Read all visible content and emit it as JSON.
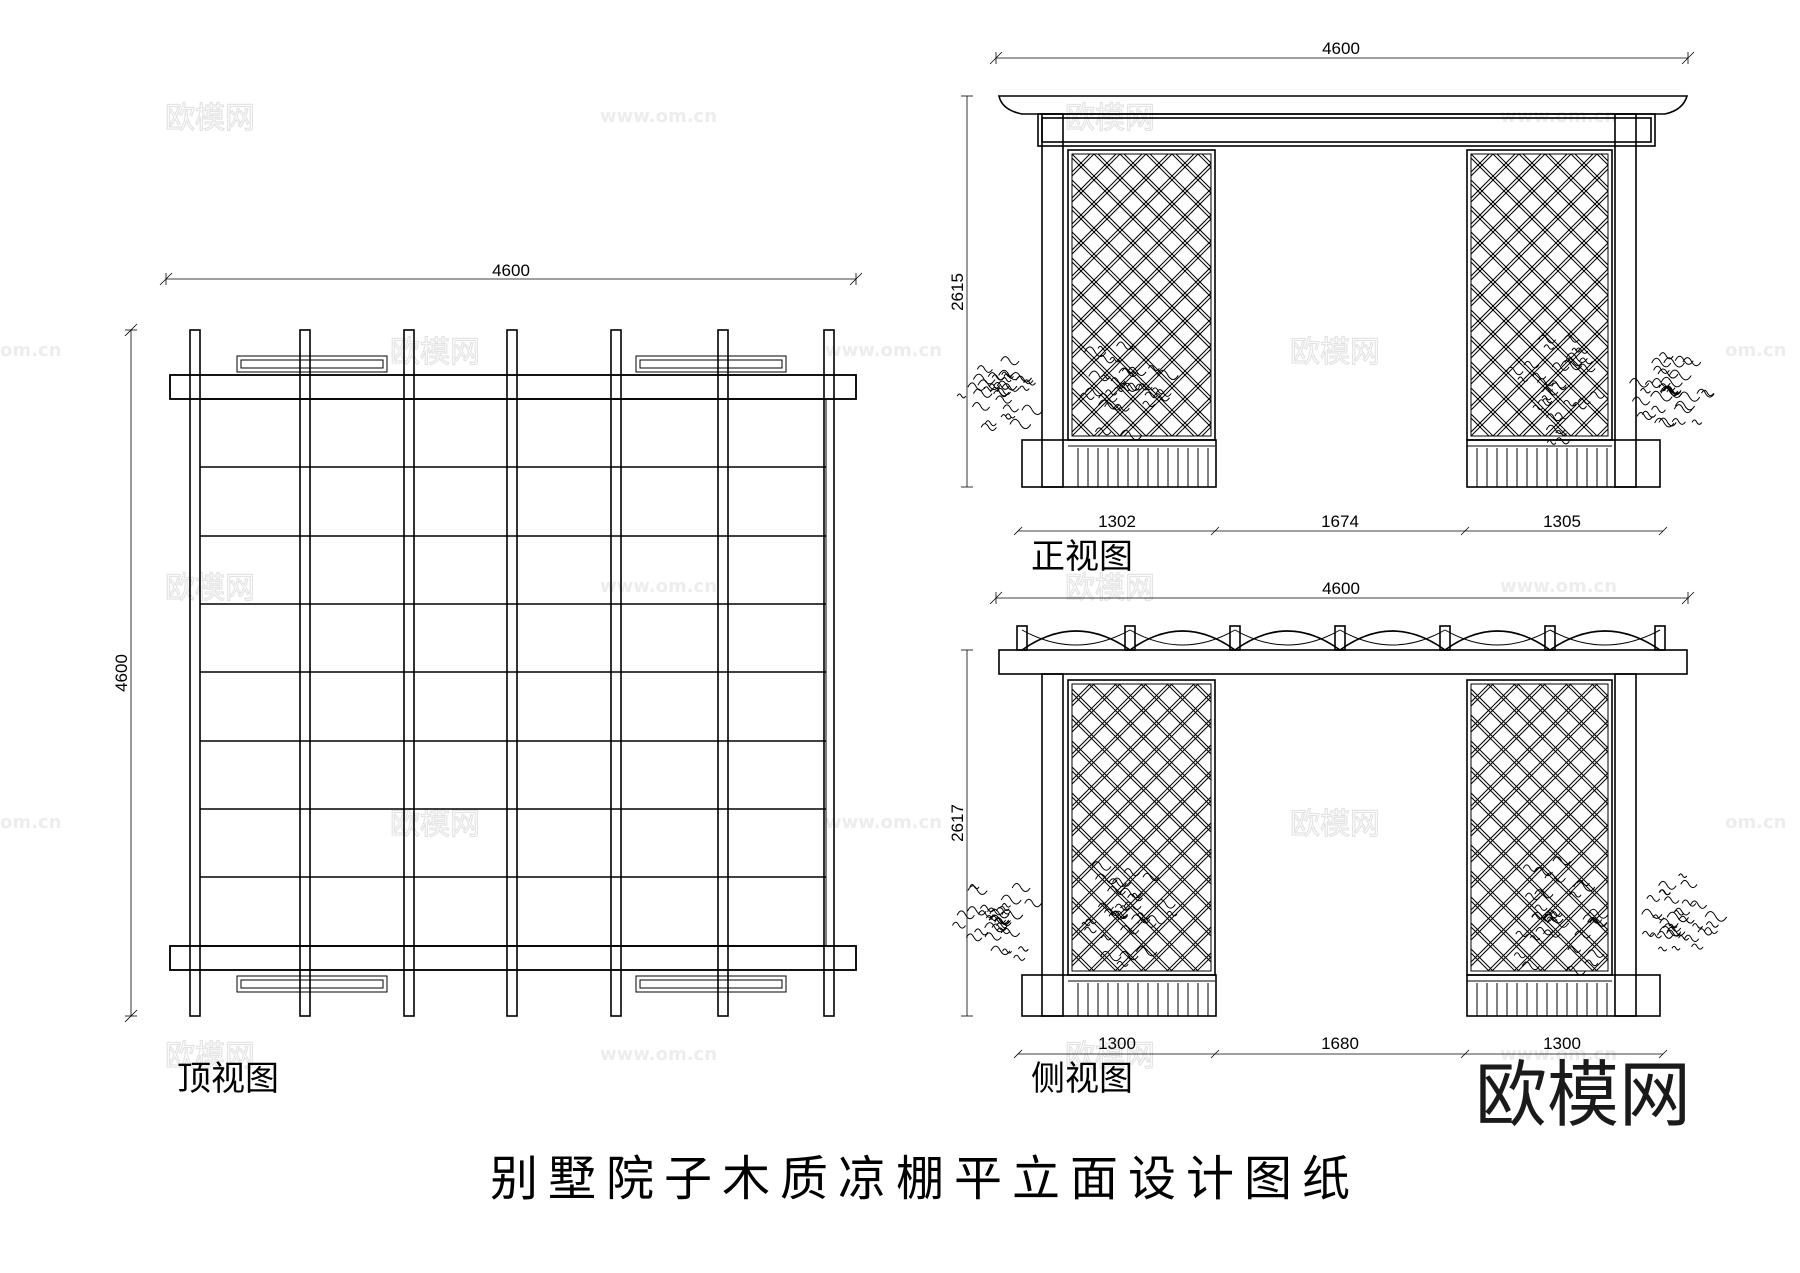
{
  "title": "别墅院子木质凉棚平立面设计图纸",
  "brand": "欧模网",
  "watermark": {
    "text": "欧模网",
    "url": "www.om.cn",
    "url_short": "om.cn"
  },
  "views": {
    "top": {
      "label": "顶视图",
      "width": "4600",
      "depth": "4600"
    },
    "front": {
      "label": "正视图",
      "width": "4600",
      "height": "2615",
      "segments": [
        "1302",
        "1674",
        "1305"
      ]
    },
    "side": {
      "label": "侧视图",
      "width": "4600",
      "height": "2617",
      "segments": [
        "1300",
        "1680",
        "1300"
      ]
    }
  }
}
